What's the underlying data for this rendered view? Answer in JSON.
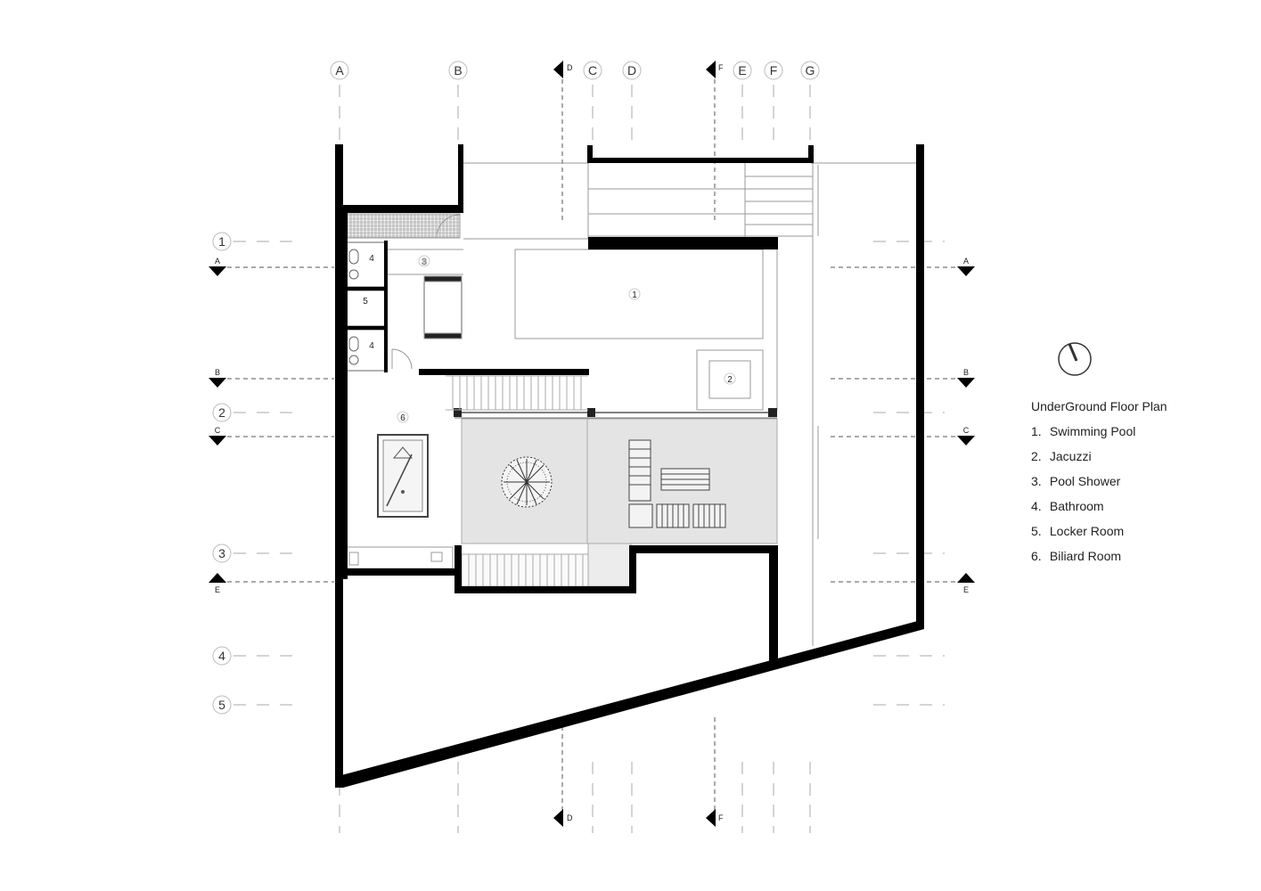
{
  "plan": {
    "title": "UnderGround Floor Plan",
    "column_grid_labels": [
      "A",
      "B",
      "C",
      "D",
      "E",
      "F",
      "G"
    ],
    "row_grid_labels": [
      "1",
      "2",
      "3",
      "4",
      "5"
    ],
    "section_markers": {
      "horizontal": [
        "A",
        "B",
        "C",
        "E"
      ],
      "vertical": [
        "D",
        "F"
      ]
    }
  },
  "rooms": [
    {
      "number": "1.",
      "tag": "1",
      "name": "Swimming Pool"
    },
    {
      "number": "2.",
      "tag": "2",
      "name": "Jacuzzi"
    },
    {
      "number": "3.",
      "tag": "3",
      "name": "Pool Shower"
    },
    {
      "number": "4.",
      "tag": "4",
      "name": "Bathroom"
    },
    {
      "number": "5.",
      "tag": "5",
      "name": "Locker Room"
    },
    {
      "number": "6.",
      "tag": "6",
      "name": "Biliard Room"
    }
  ],
  "icons": {
    "north_arrow": "north-arrow-icon",
    "tree": "tree-icon",
    "pool_table": "pool-table-icon",
    "section_marker": "section-marker-icon"
  },
  "colors": {
    "wall": "#000000",
    "patio_fill": "#e4e4e4",
    "line": "#999999",
    "text": "#222222"
  }
}
